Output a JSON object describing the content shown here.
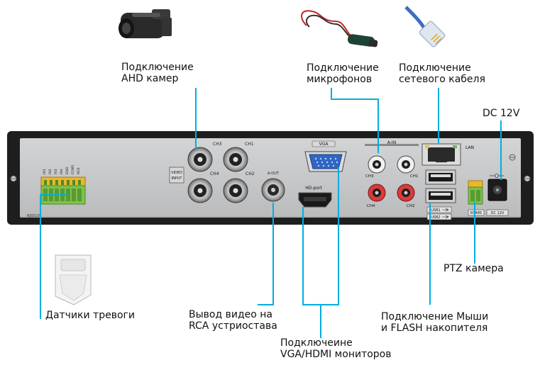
{
  "callouts": {
    "ahd": [
      "Подключение",
      "AHD камер"
    ],
    "mic": [
      "Подключение",
      "микрофонов"
    ],
    "lan": [
      "Подключение",
      "сетевого кабеля"
    ],
    "dc": [
      "DC 12V"
    ],
    "ptz": [
      "PTZ камера"
    ],
    "alarm": [
      "Датчики тревоги"
    ],
    "rca": [
      "Вывод видео на",
      "RCA устриостава"
    ],
    "monitors": [
      "Подключеине",
      "VGA/HDMI мониторов"
    ],
    "usb": [
      "Подключение Мыши",
      "и FLASH накопителя"
    ]
  },
  "panel": {
    "vga": "VGA",
    "hdport": "HD-port",
    "ain": "A-IN",
    "aout": "A-OUT",
    "lan": "LAN",
    "video_input": [
      "VIDEO",
      "INPUT"
    ],
    "ch1": "CH1",
    "ch2": "CH2",
    "ch3": "CH3",
    "ch4": "CH4",
    "usb1": "USB1",
    "usb2": "USB2",
    "rs485": "RS485",
    "dc": "DC 12V",
    "model": "RJS5104",
    "alarm_pins": [
      "IN1",
      "IN2",
      "IN3",
      "IN4",
      "GND",
      "COM1",
      "NO1"
    ]
  },
  "colors": {
    "leader": "#00aee0",
    "panel": "#c7c9cb",
    "frame": "#1e1e1e",
    "terminal": "#7fc24a"
  }
}
